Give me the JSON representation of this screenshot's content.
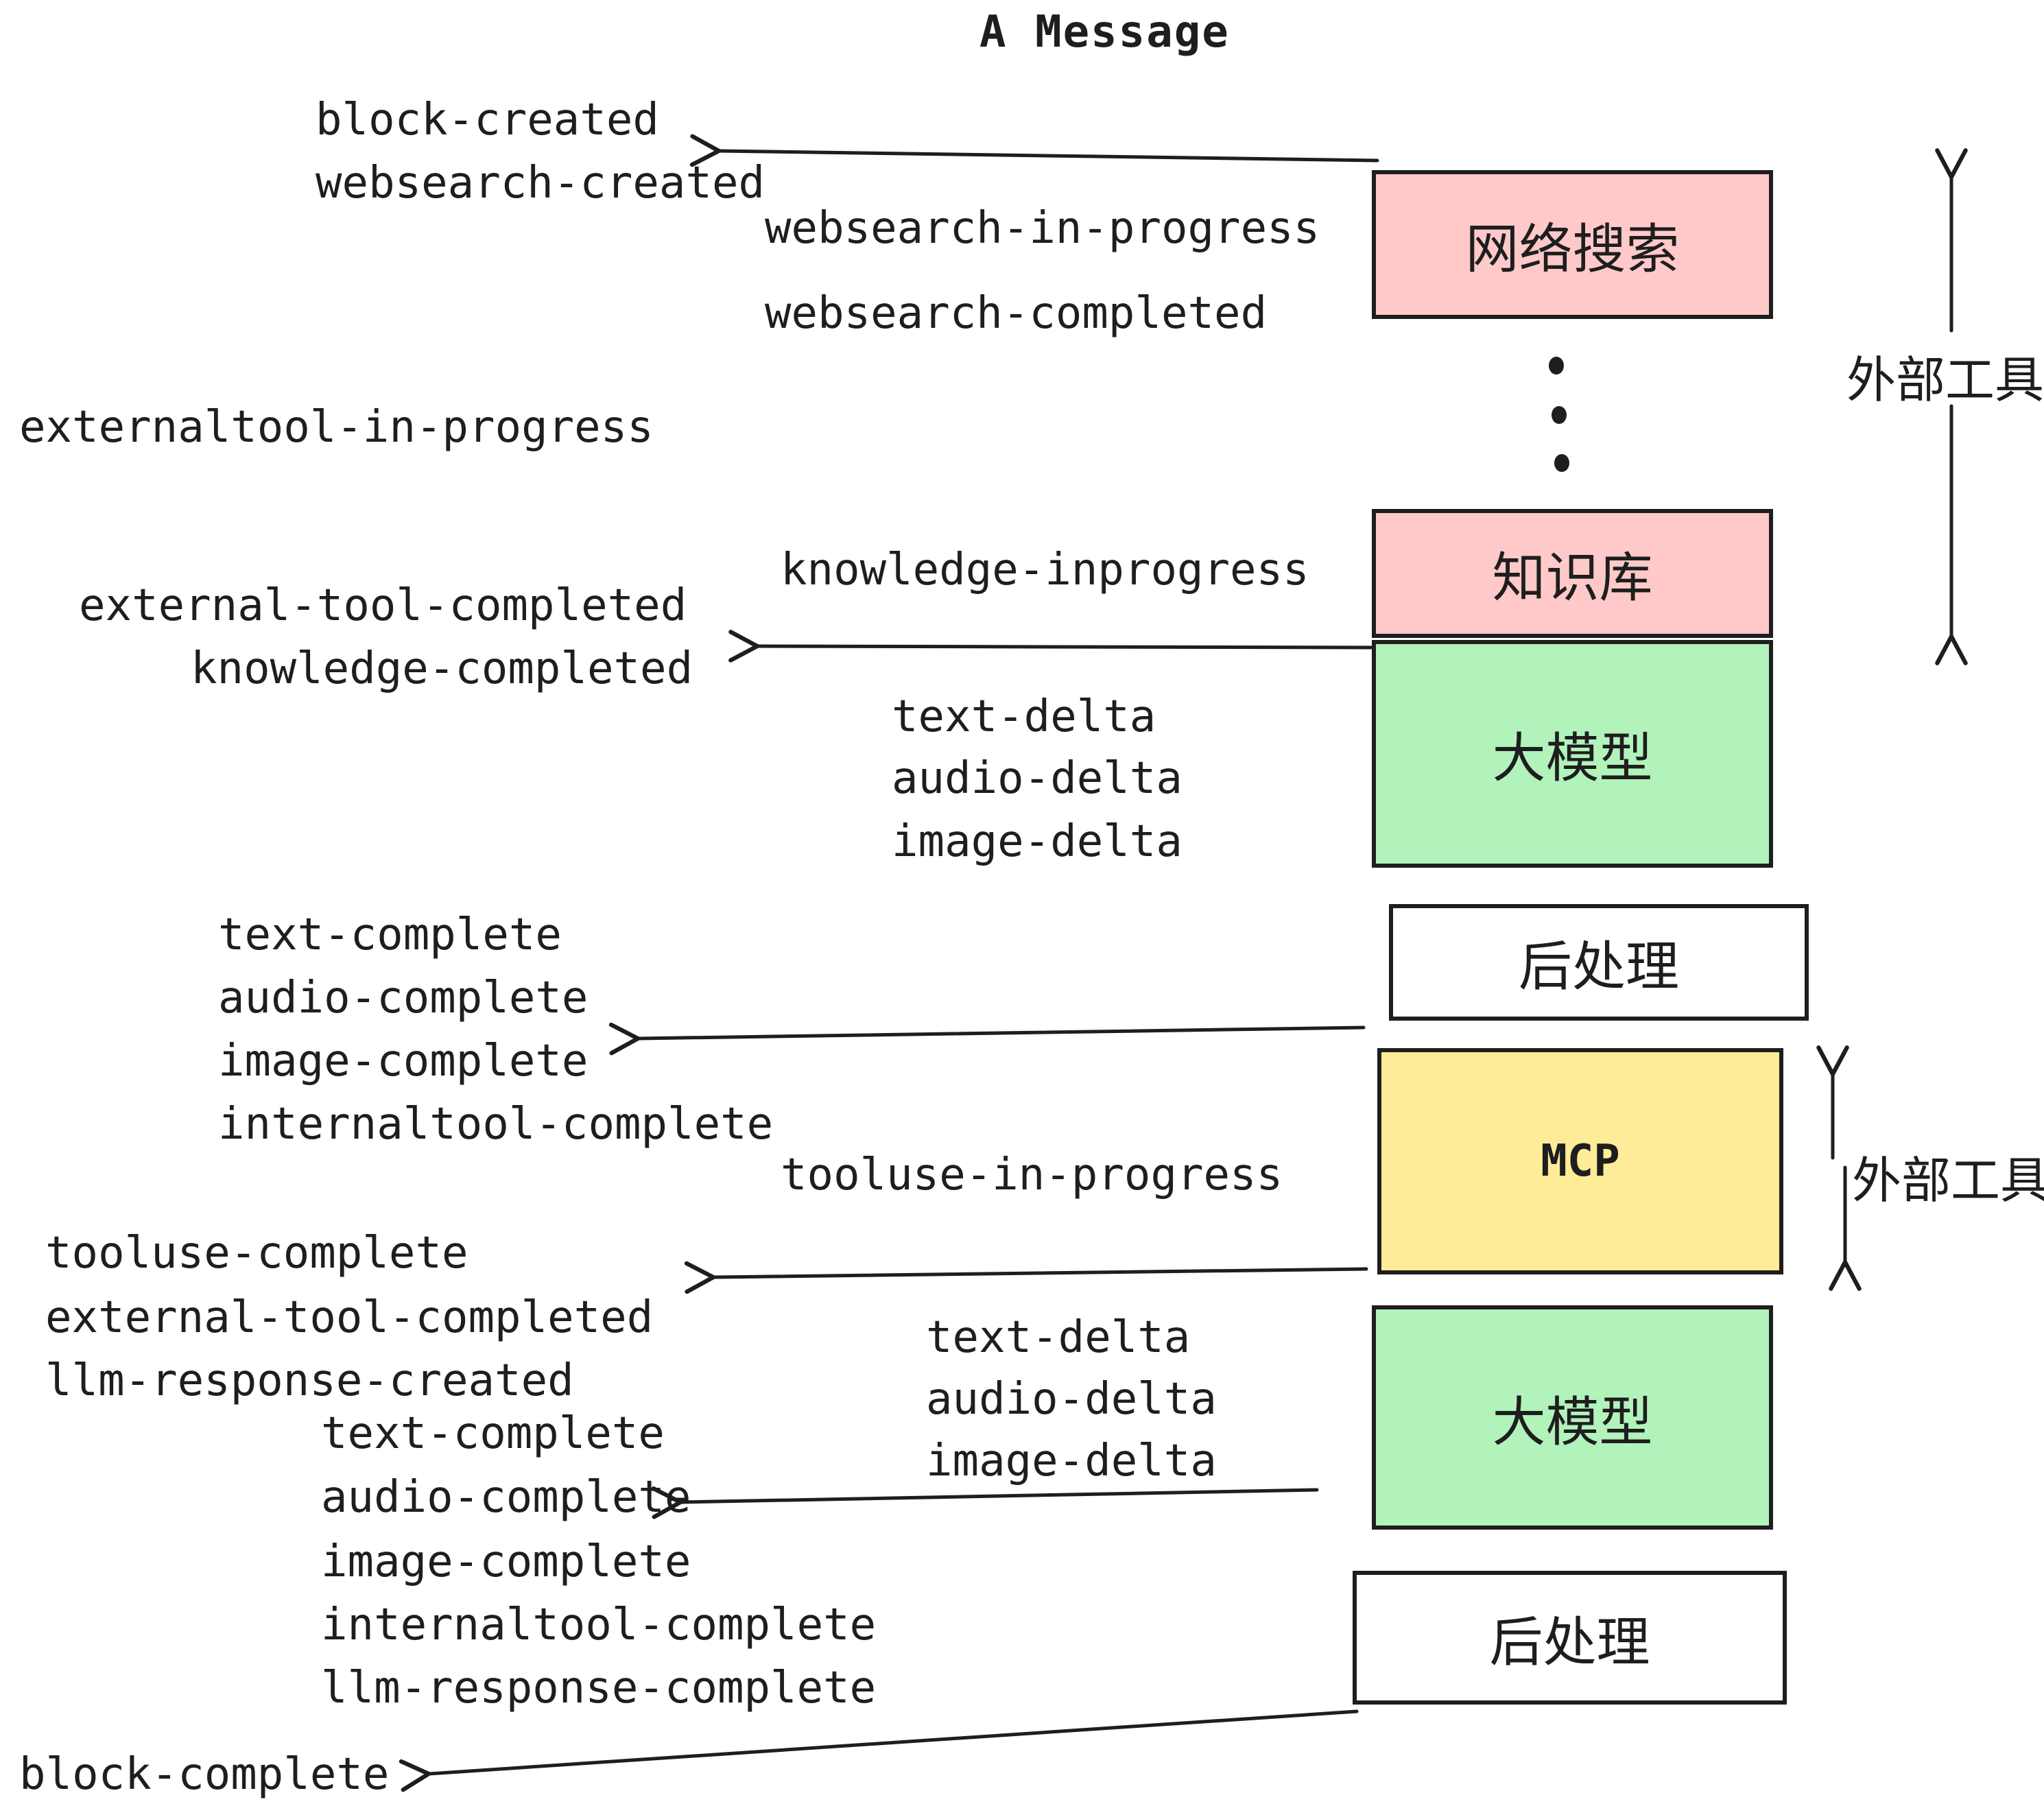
{
  "title": "A Message",
  "colors": {
    "ink": "#1e1e1e",
    "pink": "#ffc9c9",
    "green": "#b2f2bb",
    "yellow": "#ffec99",
    "paper": "#ffffff"
  },
  "boxes": {
    "websearch": "网络搜索",
    "knowledge": "知识库",
    "llm1": "大模型",
    "post1": "后处理",
    "mcp": "MCP",
    "llm2": "大模型",
    "post2": "后处理"
  },
  "annotations": {
    "external_tools_top": "外部工具",
    "external_tools_bottom": "外部工具"
  },
  "events": {
    "block_created": "block-created",
    "websearch_created": "websearch-created",
    "websearch_in_progress": "websearch-in-progress",
    "websearch_completed": "websearch-completed",
    "externaltool_in_progress": "externaltool-in-progress",
    "knowledge_inprogress": "knowledge-inprogress",
    "external_tool_completed": "external-tool-completed",
    "knowledge_completed": "knowledge-completed",
    "text_delta": "text-delta",
    "audio_delta": "audio-delta",
    "image_delta": "image-delta",
    "text_complete": "text-complete",
    "audio_complete": "audio-complete",
    "image_complete": "image-complete",
    "internaltool_complete": "internaltool-complete",
    "tooluse_in_progress": "tooluse-in-progress",
    "tooluse_complete": "tooluse-complete",
    "external_tool_completed_2": "external-tool-completed",
    "llm_response_created": "llm-response-created",
    "text_complete_2": "text-complete",
    "audio_complete_2": "audio-complete",
    "image_complete_2": "image-complete",
    "text_delta_2": "text-delta",
    "audio_delta_2": "audio-delta",
    "image_delta_2": "image-delta",
    "internaltool_complete_2": "internaltool-complete",
    "llm_response_complete": "llm-response-complete",
    "block_complete": "block-complete"
  }
}
